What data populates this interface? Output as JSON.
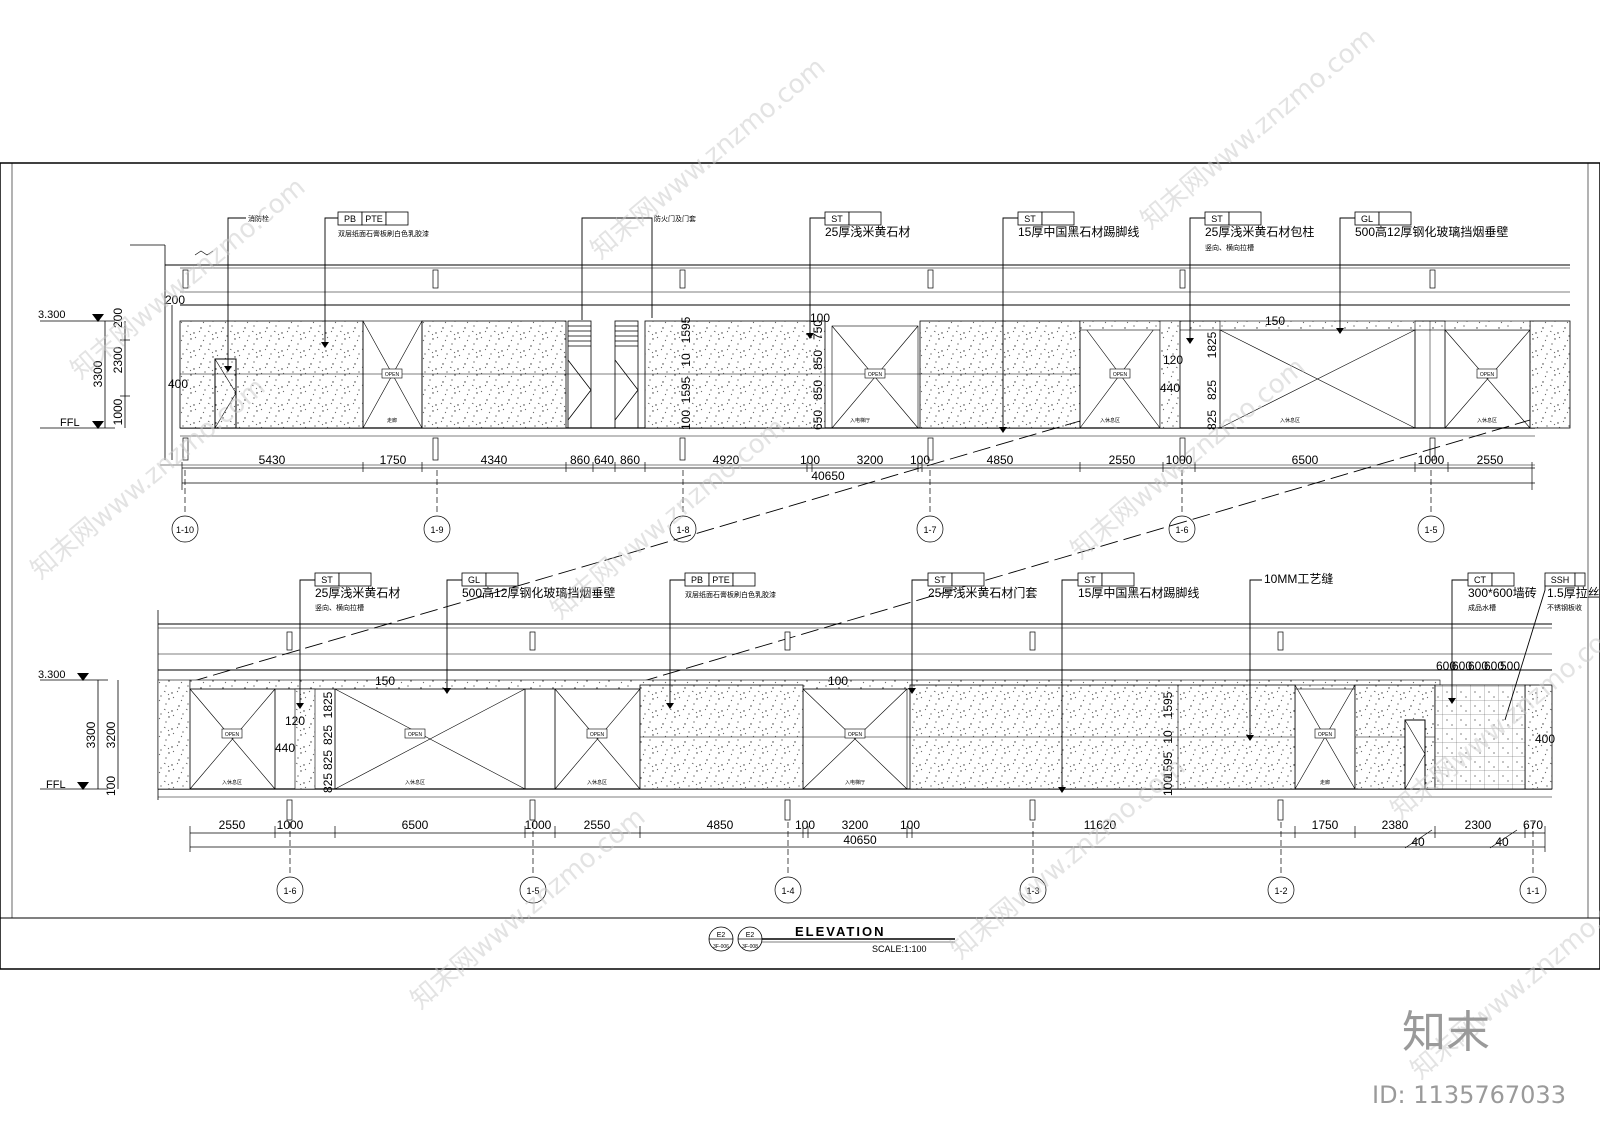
{
  "drawing": {
    "title": "ELEVATION",
    "scale": "SCALE:1:100",
    "symbols": [
      {
        "code": "E2",
        "sheet": "3F-006"
      },
      {
        "code": "E2",
        "sheet": "3F-008"
      }
    ]
  },
  "levels": {
    "top": "3.300",
    "floor": "FFL"
  },
  "elevation_top": {
    "total": "40650",
    "dims": [
      "5430",
      "1750",
      "4340",
      "860",
      "640",
      "860",
      "4920",
      "100",
      "3200",
      "100",
      "4850",
      "2550",
      "1000",
      "6500",
      "1000",
      "2550"
    ],
    "height_dims": [
      "200",
      "2300",
      "1000",
      "3300"
    ],
    "panel_dims": [
      "1595",
      "10",
      "1595",
      "100",
      "650",
      "850",
      "850",
      "750",
      "100",
      "1825",
      "825",
      "825",
      "120",
      "440",
      "150",
      "200",
      "400"
    ],
    "axes": [
      "1-10",
      "1-9",
      "1-8",
      "1-7",
      "1-6",
      "1-5"
    ],
    "tags": [
      {
        "label": "",
        "note": "消防栓"
      },
      {
        "label": "PB",
        "label2": "PTE",
        "note": "双层纸面石膏板刷白色乳胶漆"
      },
      {
        "label": "",
        "note": "防火门及门套"
      },
      {
        "label": "ST",
        "note": "25厚浅米黄石材"
      },
      {
        "label": "ST",
        "note": "15厚中国黑石材踢脚线"
      },
      {
        "label": "ST",
        "note": "25厚浅米黄石材包柱",
        "note2": "竖向、横向拉槽"
      },
      {
        "label": "GL",
        "note": "500高12厚钢化玻璃挡烟垂壁"
      }
    ],
    "open_labels": [
      "OPEN",
      "OPEN",
      "OPEN",
      "OPEN"
    ],
    "room_labels": [
      "走廊",
      "入电梯厅",
      "入休息区",
      "入休息区",
      "入休息区"
    ]
  },
  "elevation_bottom": {
    "total": "40650",
    "dims": [
      "2550",
      "1000",
      "6500",
      "1000",
      "2550",
      "4850",
      "100",
      "3200",
      "100",
      "11620",
      "1750",
      "2380",
      "2300",
      "670"
    ],
    "small_dims": [
      "40",
      "40"
    ],
    "height_dims": [
      "3200",
      "3300",
      "100"
    ],
    "panel_dims": [
      "1825",
      "825",
      "825",
      "825",
      "120",
      "440",
      "150",
      "100",
      "1595",
      "10",
      "1595",
      "100",
      "400"
    ],
    "tile_dims": [
      "600",
      "600",
      "600",
      "600",
      "500"
    ],
    "axes": [
      "1-6",
      "1-5",
      "1-4",
      "1-3",
      "1-2",
      "1-1"
    ],
    "tags": [
      {
        "label": "ST",
        "note": "25厚浅米黄石材",
        "note2": "竖向、横向拉槽"
      },
      {
        "label": "GL",
        "note": "500高12厚钢化玻璃挡烟垂壁"
      },
      {
        "label": "PB",
        "label2": "PTE",
        "note": "双层纸面石膏板刷白色乳胶漆"
      },
      {
        "label": "ST",
        "note": "25厚浅米黄石材门套"
      },
      {
        "label": "ST",
        "note": "15厚中国黑石材踢脚线"
      },
      {
        "label": "",
        "note": "10MM工艺缝"
      },
      {
        "label": "CT",
        "note": "300*600墙砖",
        "note2": "成品水槽"
      },
      {
        "label": "SSH",
        "note": "1.5厚拉丝",
        "note2": "不锈钢板收"
      }
    ],
    "open_labels": [
      "OPEN",
      "OPEN",
      "OPEN",
      "OPEN",
      "OPEN"
    ],
    "room_labels": [
      "入休息区",
      "入休息区",
      "入休息区",
      "入电梯厅",
      "走廊"
    ]
  },
  "watermark": {
    "text": "知末网www.znzmo.com",
    "brand": "知末",
    "id": "ID: 1135767033"
  }
}
